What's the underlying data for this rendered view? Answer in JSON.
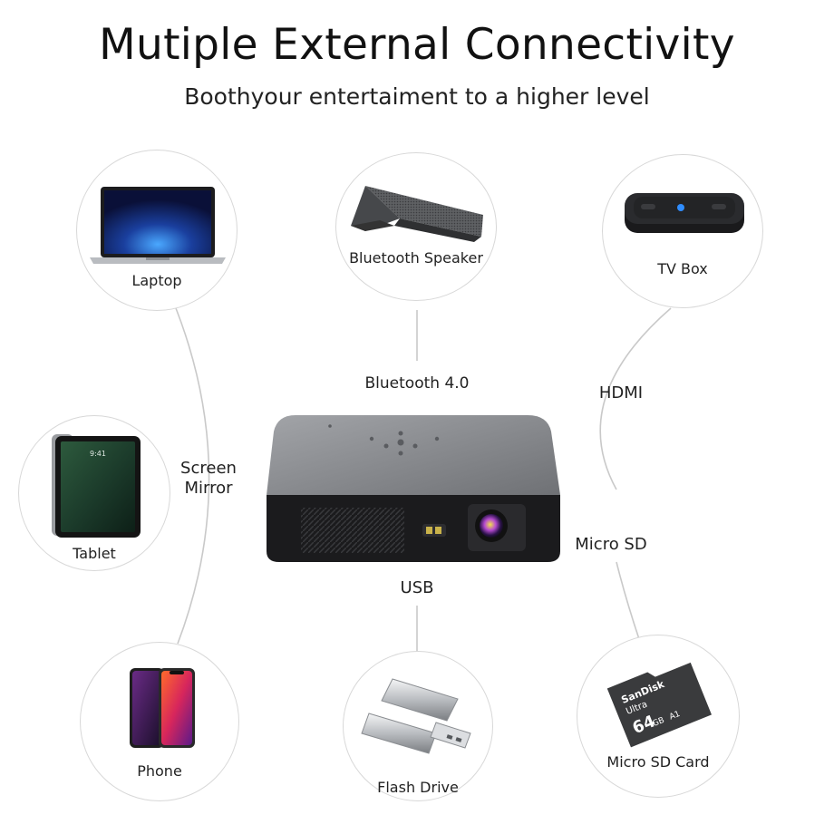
{
  "header": {
    "title": "Mutiple External Connectivity",
    "subtitle": "Boothyour entertaiment to a higher level"
  },
  "devices": {
    "laptop": "Laptop",
    "bluetooth_speaker": "Bluetooth Speaker",
    "tv_box": "TV Box",
    "tablet": "Tablet",
    "phone": "Phone",
    "flash_drive": "Flash Drive",
    "micro_sd_card": "Micro SD Card"
  },
  "connections": {
    "bluetooth": "Bluetooth 4.0",
    "screen_mirror": "Screen Mirror",
    "hdmi": "HDMI",
    "micro_sd": "Micro SD",
    "usb": "USB"
  },
  "device_details": {
    "tablet_time": "9:41",
    "sd_brand": "SanDisk",
    "sd_line": "Ultra",
    "sd_capacity": "64",
    "sd_unit": "GB",
    "sd_class": "A1"
  },
  "colors": {
    "projector_body": "#8d8f93",
    "projector_front": "#1b1b1d",
    "line": "#c9c9c9"
  }
}
